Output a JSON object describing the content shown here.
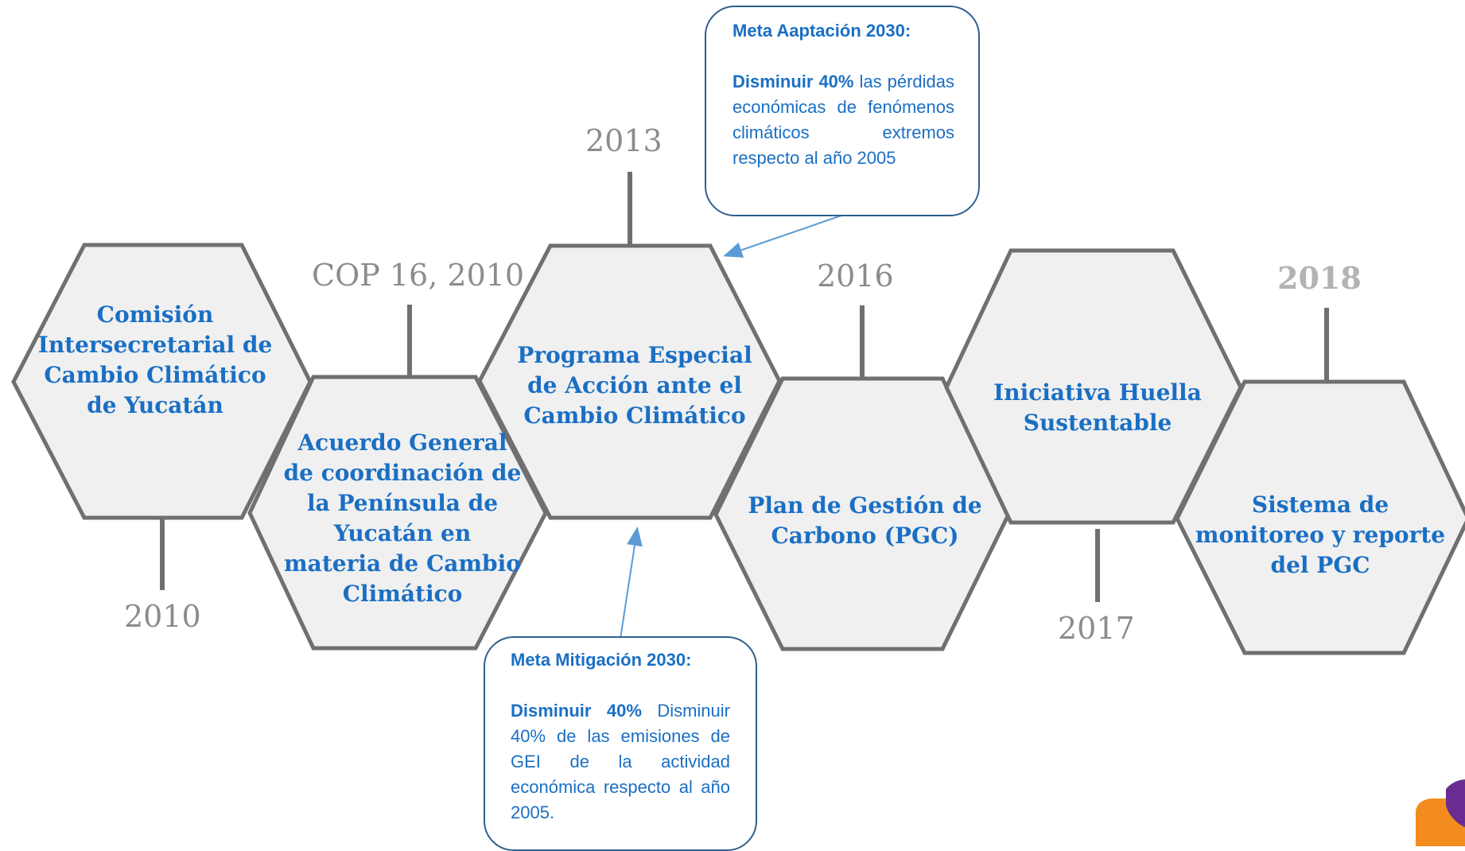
{
  "milestones": [
    {
      "label": "Comisión Intersecretarial de Cambio Climático de Yucatán",
      "year": "2010"
    },
    {
      "label": "Acuerdo General de coordinación de la Península de Yucatán en materia de Cambio Climático",
      "year": "COP 16, 2010"
    },
    {
      "label": "Programa Especial de Acción ante el Cambio Climático",
      "year": "2013"
    },
    {
      "label": "Plan de Gestión de Carbono (PGC)",
      "year": "2016"
    },
    {
      "label": "Iniciativa Huella Sustentable",
      "year": "2017"
    },
    {
      "label": "Sistema de monitoreo y reporte del PGC",
      "year": "2018"
    }
  ],
  "callouts": {
    "adaptation": {
      "title": "Meta Aaptación 2030:",
      "lead": "Disminuir 40%",
      "body": "las pérdidas económicas de fenómenos climáticos extremos respecto al año 2005"
    },
    "mitigation": {
      "title": "Meta Mitigación 2030:",
      "lead": "Disminuir 40%",
      "body": "Disminuir 40% de las emisiones de GEI de la actividad económica respecto al año 2005."
    }
  },
  "colors": {
    "hex_fill": "#f0f0f0",
    "hex_stroke": "#707070",
    "label_text": "#1a6fc4",
    "year_text": "#8c8c8c",
    "callout_border": "#2f5f8f",
    "arrow": "#5b9bd5"
  }
}
